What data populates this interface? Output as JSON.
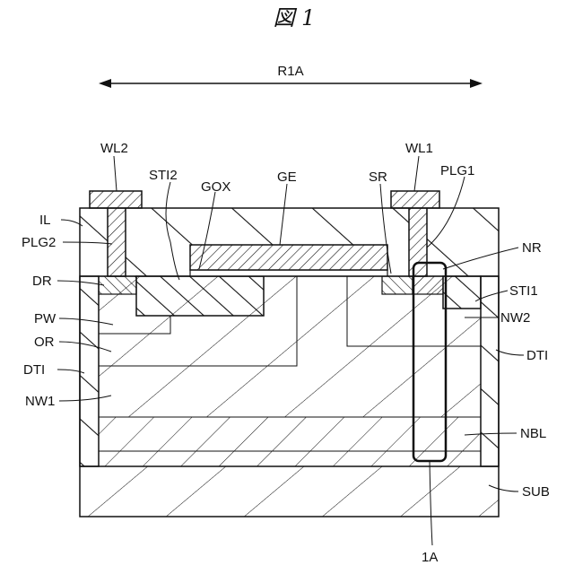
{
  "figure": {
    "title": "図 1"
  },
  "region": {
    "label": "R1A"
  },
  "callout": {
    "label": "1A"
  },
  "labels": {
    "wl2": "WL2",
    "wl1": "WL1",
    "sti2": "STI2",
    "gox": "GOX",
    "ge": "GE",
    "sr": "SR",
    "plg1": "PLG1",
    "il": "IL",
    "plg2": "PLG2",
    "nr": "NR",
    "dr": "DR",
    "sti1": "STI1",
    "pw": "PW",
    "nw2": "NW2",
    "or": "OR",
    "dti_left": "DTI",
    "dti_right": "DTI",
    "nw1": "NW1",
    "nbl": "NBL",
    "sub": "SUB"
  }
}
